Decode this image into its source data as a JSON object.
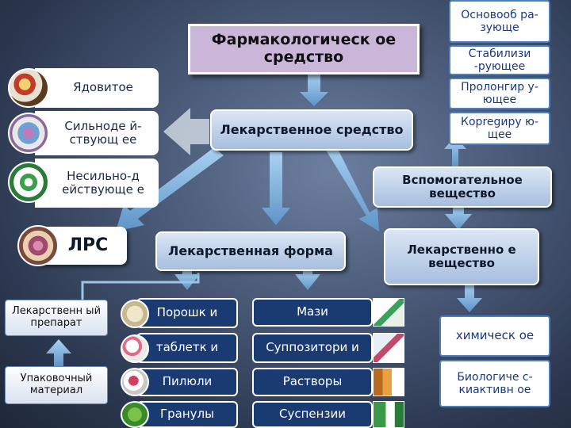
{
  "title": "Фармакологическ ое средство",
  "medicine": "Лекарственное средство",
  "auxiliary": "Вспомогательное вещество",
  "lrs": "ЛРС",
  "dosage_form": "Лекарственная форма",
  "substance": "Лекарственно е вещество",
  "toxicity": [
    "Ядовитое",
    "Сильноде й-ствующ ее",
    "Несильно-д ействующе е"
  ],
  "aux_types": [
    "Основооб ра-зующе",
    "Стабилизи -рующее",
    "Пролонгир у-ющее",
    "Корregиру ю-щее"
  ],
  "substance_types": [
    "химическ ое",
    "Биологиче с-киактивн ое"
  ],
  "drug_product": "Лекарственн ый препарат",
  "packaging": "Упаковочный материал",
  "solid_forms": [
    "Порошк и",
    "таблетк и",
    "Пилюли",
    "Гранулы"
  ],
  "soft_forms": [
    "Мази",
    "Суппозитори и",
    "Растворы",
    "Суспензии"
  ],
  "colors": {
    "light_blue": "#cfdcee",
    "dark_blue": "#1a3a72",
    "arrow": "#9bc4e8",
    "title_box": "#c9b6d8"
  }
}
